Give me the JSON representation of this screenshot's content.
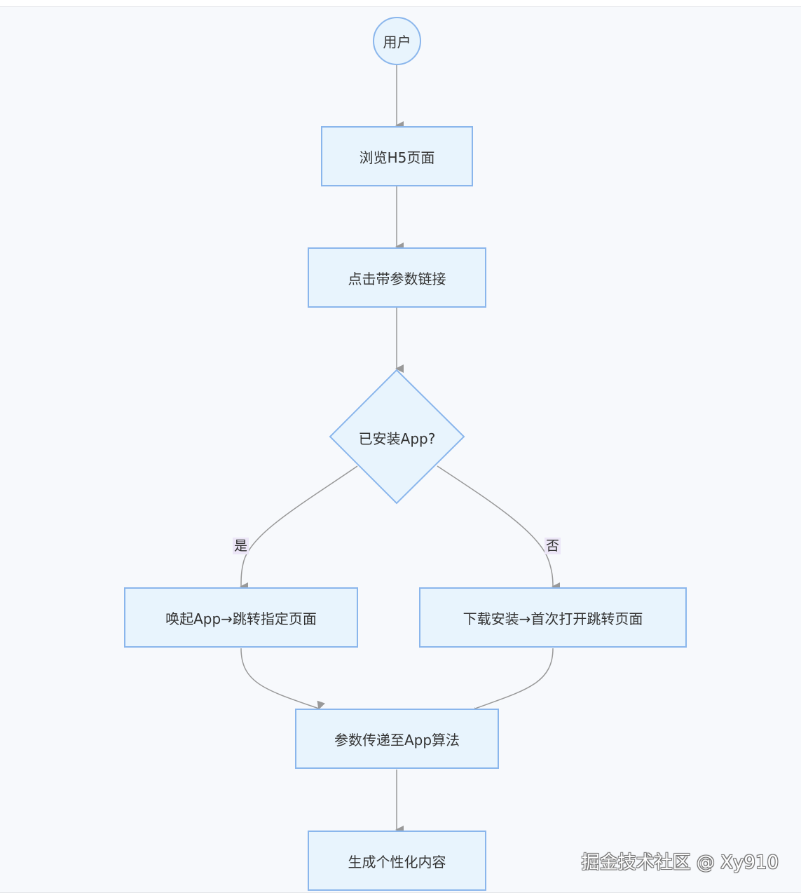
{
  "nodes": {
    "user": "用户",
    "browse": "浏览H5页面",
    "click": "点击带参数链接",
    "decision": "已安装App?",
    "yes_branch": "唤起App→跳转指定页面",
    "no_branch": "下载安装→首次打开跳转页面",
    "pass_params": "参数传递至App算法",
    "generate": "生成个性化内容"
  },
  "edge_labels": {
    "yes": "是",
    "no": "否"
  },
  "watermark": "掘金技术社区 @ Xy910",
  "colors": {
    "node_fill": "#e8f4fd",
    "node_border": "#8ab6ec",
    "edge": "#999999",
    "edge_label_bg": "#ece6f7",
    "background": "#f7f9fc"
  }
}
